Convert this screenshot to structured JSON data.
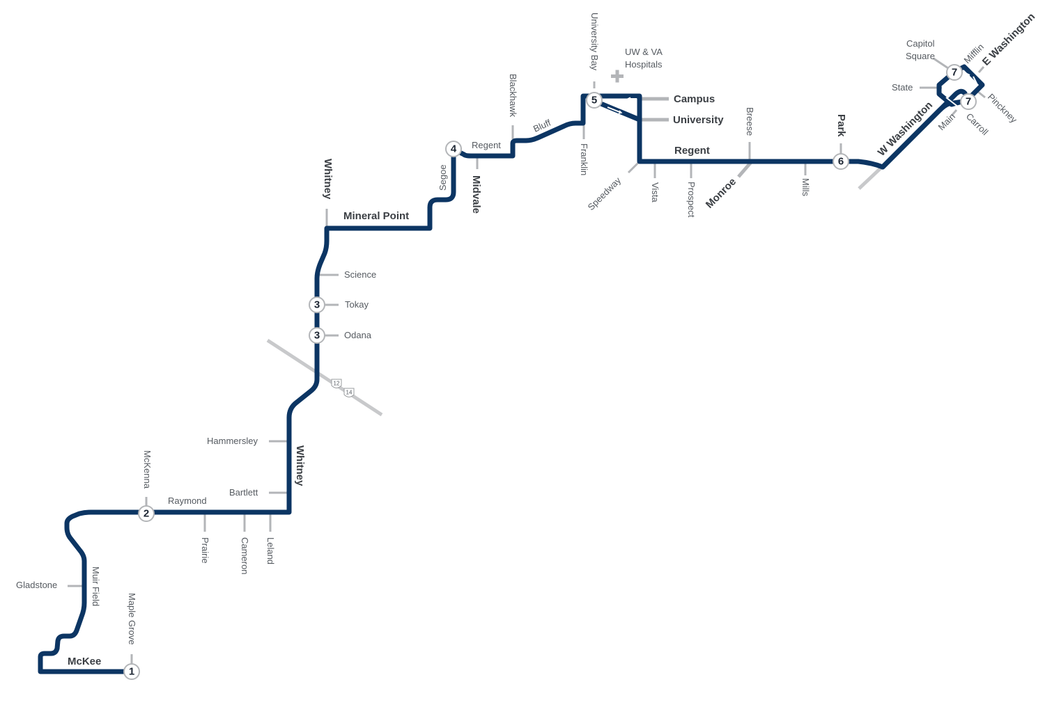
{
  "colors": {
    "route": "#0c3563",
    "tick": "#b3b5b8",
    "text": "#555a60",
    "bold_text": "#3b3f44",
    "highway": "#c8c9cb"
  },
  "stops": [
    "1",
    "2",
    "3",
    "3",
    "4",
    "5",
    "6",
    "7",
    "7"
  ],
  "streets": {
    "mckee": "McKee",
    "maple_grove": "Maple Grove",
    "gladstone": "Gladstone",
    "muir_field": "Muir Field",
    "mckenna": "McKenna",
    "raymond": "Raymond",
    "prairie": "Prairie",
    "cameron": "Cameron",
    "leland": "Leland",
    "bartlett": "Bartlett",
    "hammersley": "Hammersley",
    "whitney_south": "Whitney",
    "odana": "Odana",
    "tokay": "Tokay",
    "science": "Science",
    "whitney_north": "Whitney",
    "mineral_point": "Mineral Point",
    "segoe": "Segoe",
    "midvale": "Midvale",
    "regent_west": "Regent",
    "blackhawk": "Blackhawk",
    "bluff": "Bluff",
    "franklin": "Franklin",
    "university_bay": "University Bay",
    "hospitals_line1": "UW & VA",
    "hospitals_line2": "Hospitals",
    "campus": "Campus",
    "university": "University",
    "speedway": "Speedway",
    "vista": "Vista",
    "prospect": "Prospect",
    "regent_east": "Regent",
    "monroe": "Monroe",
    "breese": "Breese",
    "mills": "Mills",
    "park": "Park",
    "w_washington": "W Washington",
    "capitol_line1": "Capitol",
    "capitol_line2": "Square",
    "state": "State",
    "mifflin": "Mifflin",
    "e_washington": "E Washington",
    "pinckney": "Pinckney",
    "carroll": "Carroll",
    "main": "Main"
  },
  "highways": [
    "12",
    "14"
  ],
  "icons": {
    "hospital": "hospital-cross-icon",
    "highway_shield": "us-highway-shield-icon"
  }
}
